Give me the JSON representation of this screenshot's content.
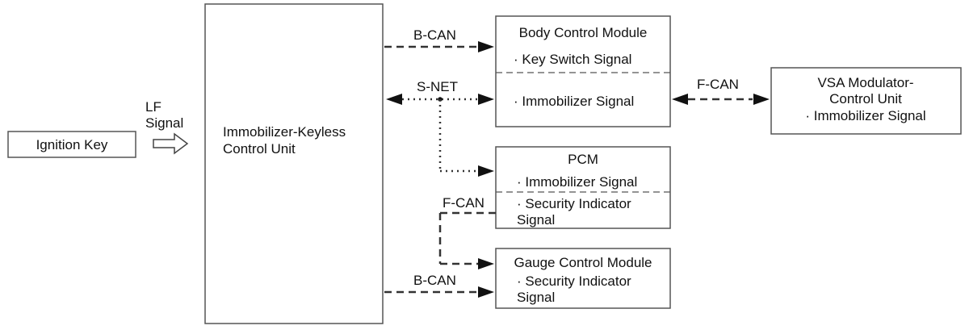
{
  "ignition_key": {
    "label": "Ignition Key"
  },
  "lf_signal": {
    "line1": "LF",
    "line2": "Signal"
  },
  "immobilizer_unit": {
    "line1": "Immobilizer-Keyless",
    "line2": "Control Unit"
  },
  "buses": {
    "b_can_top": "B-CAN",
    "s_net": "S-NET",
    "f_can_right": "F-CAN",
    "f_can_left": "F-CAN",
    "b_can_bottom": "B-CAN"
  },
  "body_control_module": {
    "title": "Body Control Module",
    "signal1": "· Key Switch Signal",
    "signal2": "· Immobilizer Signal"
  },
  "vsa_unit": {
    "line1": "VSA Modulator-",
    "line2": "Control Unit",
    "line3": "· Immobilizer Signal"
  },
  "pcm": {
    "title": "PCM",
    "signal1": "· Immobilizer Signal",
    "signal2_line1": "· Security Indicator",
    "signal2_line2": "Signal"
  },
  "gauge_control_module": {
    "title": "Gauge Control Module",
    "signal1_line1": "· Security Indicator",
    "signal1_line2": "Signal"
  }
}
